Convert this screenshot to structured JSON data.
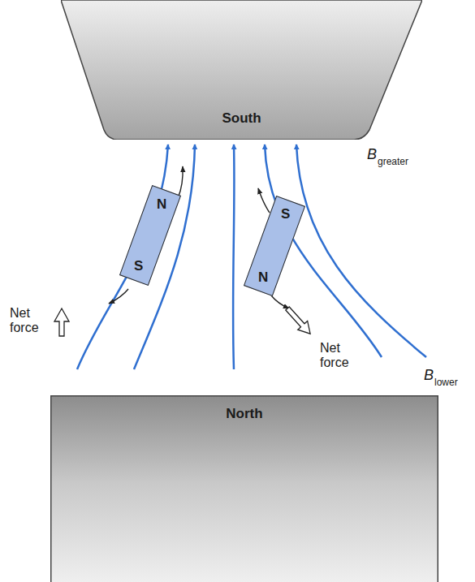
{
  "diagram": {
    "nodes": [
      {
        "text": [
          "South"
        ]
      },
      {
        "text": [
          "N",
          "S"
        ]
      },
      {
        "text": [
          "S",
          "N"
        ]
      },
      {
        "text": [
          "North"
        ]
      }
    ],
    "labels": [
      "Net force",
      "B",
      "greater",
      "Net force",
      "B",
      "lower"
    ]
  }
}
